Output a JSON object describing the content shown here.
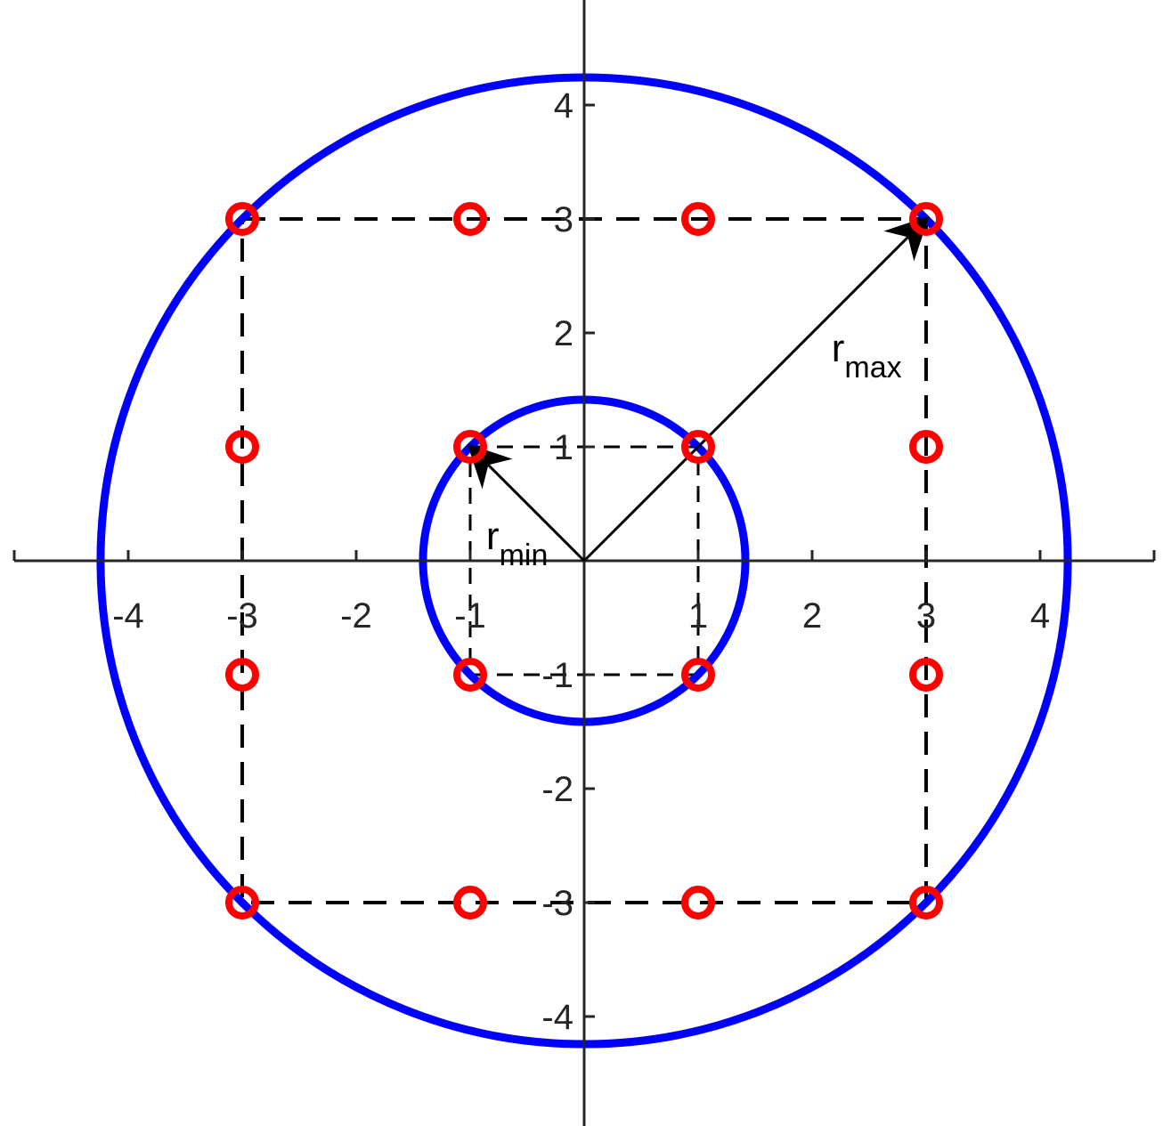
{
  "chart_data": {
    "type": "scatter",
    "title": "",
    "xlabel": "",
    "ylabel": "",
    "xlim": [
      -5,
      5
    ],
    "ylim": [
      -5,
      5
    ],
    "axis_location": "origin",
    "grid": false,
    "x_ticks": [
      -4,
      -3,
      -2,
      -1,
      1,
      2,
      3,
      4
    ],
    "y_ticks": [
      -4,
      -3,
      -2,
      -1,
      1,
      2,
      3,
      4
    ],
    "x_tick_labels": [
      "-4",
      "-3",
      "-2",
      "-1",
      "1",
      "2",
      "3",
      "4"
    ],
    "y_tick_labels": [
      "-4",
      "-3",
      "-2",
      "-1",
      "1",
      "2",
      "3",
      "4"
    ],
    "points": {
      "marker": "open-circle",
      "x": [
        -3,
        -1,
        1,
        3,
        -3,
        -1,
        1,
        3,
        -3,
        -1,
        1,
        3,
        -3,
        -1,
        1,
        3
      ],
      "y": [
        3,
        3,
        3,
        3,
        1,
        1,
        1,
        1,
        -1,
        -1,
        -1,
        -1,
        -3,
        -3,
        -3,
        -3
      ]
    },
    "circles": [
      {
        "name": "r_min",
        "cx": 0,
        "cy": 0,
        "r": 1.4142
      },
      {
        "name": "r_max",
        "cx": 0,
        "cy": 0,
        "r": 4.2426
      }
    ],
    "dashed_squares": [
      {
        "half_width": 1
      },
      {
        "half_width": 3
      }
    ],
    "arrows": [
      {
        "from": [
          0,
          0
        ],
        "to": [
          -1,
          1
        ],
        "label_main": "r",
        "label_sub": "min"
      },
      {
        "from": [
          0,
          0
        ],
        "to": [
          3,
          3
        ],
        "label_main": "r",
        "label_sub": "max"
      }
    ],
    "colors": {
      "points": "#ff0000",
      "circles": "#0000ff",
      "dashed": "#000000",
      "axes": "#262626",
      "arrows": "#000000"
    }
  }
}
